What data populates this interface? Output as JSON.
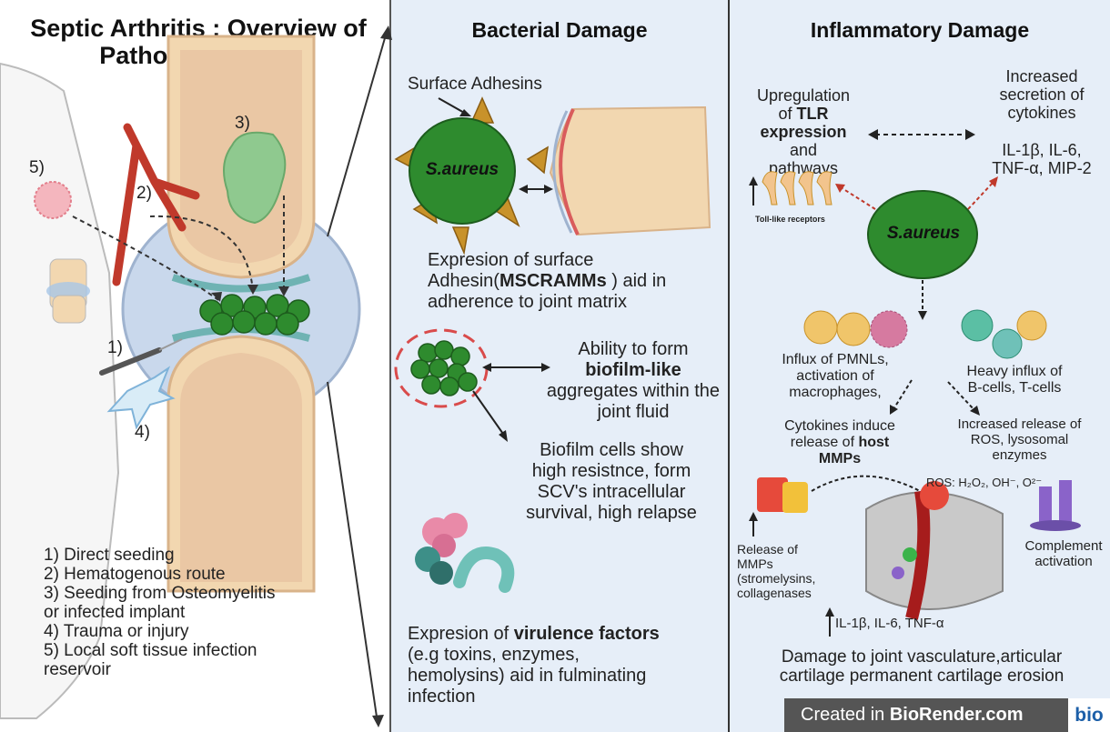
{
  "figure": {
    "title": "Septic Arthritis : Overview of Pathophysiology"
  },
  "left_panel": {
    "route_markers": [
      "1)",
      "2)",
      "3)",
      "4)",
      "5)"
    ],
    "legend": [
      "1) Direct seeding",
      "2) Hematogenous route",
      "3) Seeding from Osteomyelitis",
      "or infected implant",
      "4) Trauma or injury",
      "5) Local soft tissue infection",
      "reservoir"
    ]
  },
  "bacterial_panel": {
    "title": "Bacterial Damage",
    "surface_adhesins": "Surface Adhesins",
    "s_aureus": "S.aureus",
    "adhesin_text": {
      "line1": "Expresion of surface",
      "line2_pre": "Adhesin(",
      "line2_bold": "MSCRAMMs",
      "line2_post": " ) aid in",
      "line3": "adherence to joint matrix"
    },
    "biofilm_text": {
      "line1": "Ability to form",
      "line2_bold": "biofilm-like",
      "line3": "aggregates within the",
      "line4": "joint fluid"
    },
    "biofilm_cells_text": [
      "Biofilm cells show",
      "high resistnce, form",
      "SCV's  intracellular",
      "survival, high relapse"
    ],
    "virulence_text": {
      "line1_pre": "Expresion of ",
      "line1_bold": "virulence factors",
      "line2": "(e.g toxins, enzymes,",
      "line3": "hemolysins) aid in fulminating",
      "line4": "infection"
    }
  },
  "inflammatory_panel": {
    "title": "Inflammatory Damage",
    "tlr_text": {
      "line1": "Upregulation",
      "line2_pre": "of ",
      "line2_bold": "TLR",
      "line3_bold": "expression",
      "line4": "and",
      "line5": "pathways"
    },
    "cytokine_text": [
      "Increased",
      "secretion of",
      "cytokines"
    ],
    "cytokine_list": [
      "IL-1β, IL-6,",
      "TNF-α, MIP-2"
    ],
    "toll_label": "Toll-like receptors",
    "s_aureus": "S.aureus",
    "pmnl_text": [
      "Influx of PMNLs,",
      "activation of",
      "macrophages,"
    ],
    "bcell_text": [
      "Heavy influx of",
      "B-cells, T-cells"
    ],
    "mmp_text": {
      "line1": "Cytokines induce",
      "line2_pre": "release of ",
      "line2_bold": "host",
      "line3_bold": "MMPs"
    },
    "ros_text": [
      "Increased release of",
      "ROS, lysosomal",
      "enzymes"
    ],
    "ros_formula": "ROS: H₂O₂, OH⁻, O²⁻",
    "release_mmps": [
      "Release of",
      "MMPs",
      "(stromelysins,",
      "collagenases"
    ],
    "complement": [
      "Complement",
      "activation"
    ],
    "il_list": "IL-1β, IL-6, TNF-α",
    "damage_text": [
      "Damage to joint vasculature,articular",
      "cartilage  permanent cartilage erosion"
    ]
  },
  "watermark": {
    "prefix": "Created in ",
    "brand": "BioRender.com",
    "badge": "bio"
  },
  "colors": {
    "panel_bg": "#e6eef8",
    "bacteria_green": "#2e8b2e",
    "adhesin_orange": "#c8922a",
    "bone": "#f2d7b0",
    "vessel_red": "#c0392b"
  }
}
